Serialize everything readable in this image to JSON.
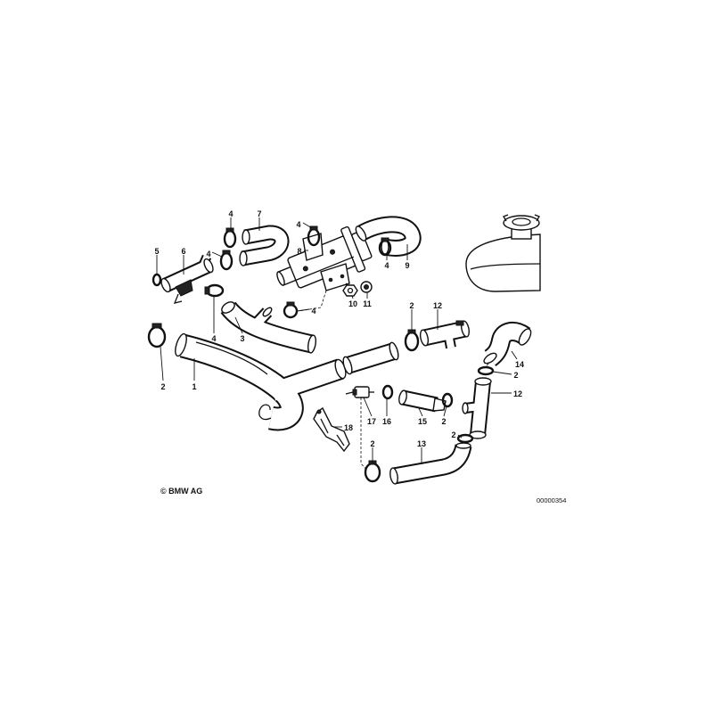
{
  "copyright": "© BMW AG",
  "diagram_id": "00000354",
  "callouts": [
    "4",
    "7",
    "4",
    "5",
    "6",
    "4",
    "8",
    "4",
    "9",
    "10",
    "11",
    "4",
    "4",
    "3",
    "2",
    "12",
    "2",
    "1",
    "14",
    "2",
    "12",
    "17",
    "16",
    "15",
    "2",
    "18",
    "2",
    "2",
    "13"
  ]
}
